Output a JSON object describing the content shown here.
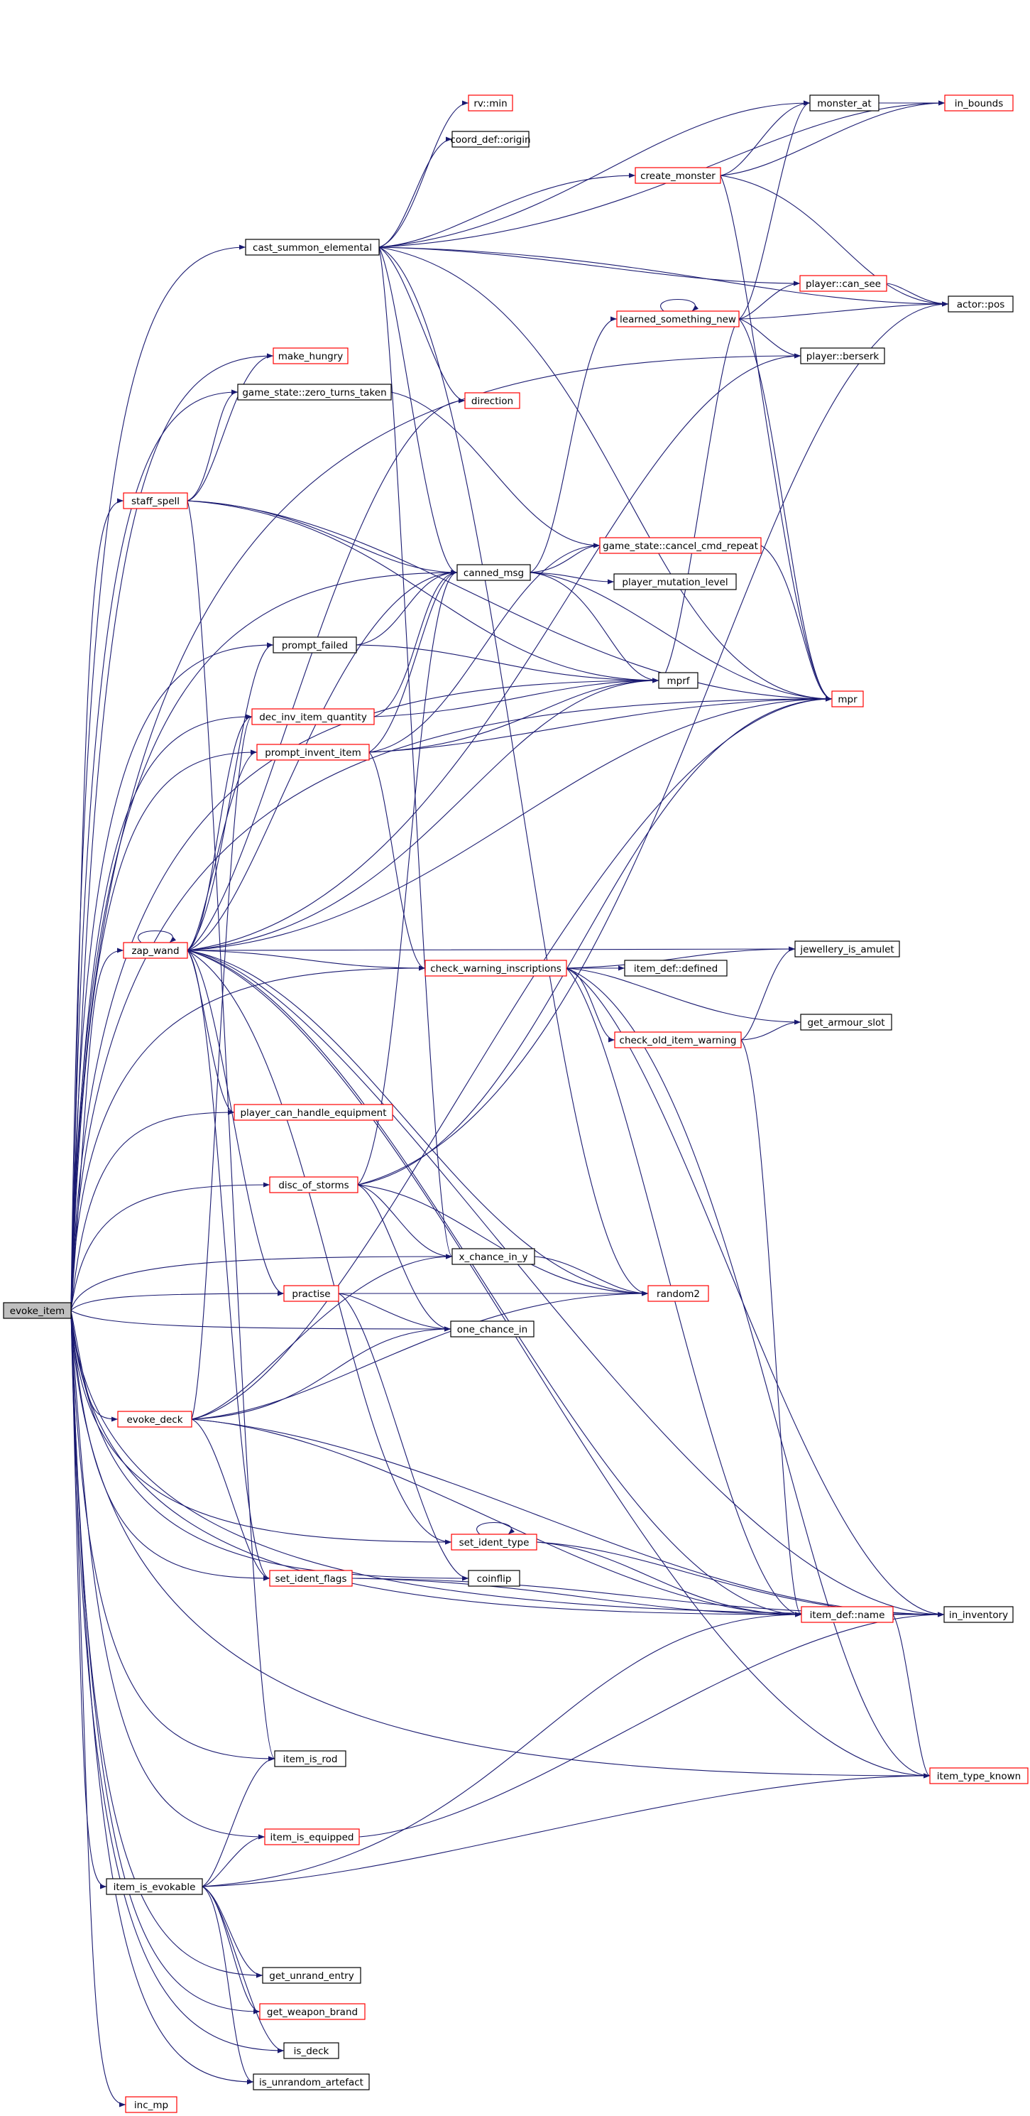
{
  "diagram": {
    "colors": {
      "edge": "#191970",
      "node_fill": "#ffffff",
      "node_border_complete": "#000000",
      "node_border_incomplete": "#ff0000",
      "root_fill": "#bfbfbf"
    },
    "nodes": [
      {
        "id": "evoke_item",
        "label": "evoke_item",
        "style": "root"
      },
      {
        "id": "cast_summon_elemental",
        "label": "cast_summon_elemental",
        "style": "black"
      },
      {
        "id": "rv_min",
        "label": "rv::min",
        "style": "red"
      },
      {
        "id": "coord_def_origin",
        "label": "coord_def::origin",
        "style": "black"
      },
      {
        "id": "monster_at",
        "label": "monster_at",
        "style": "black"
      },
      {
        "id": "in_bounds",
        "label": "in_bounds",
        "style": "red"
      },
      {
        "id": "create_monster",
        "label": "create_monster",
        "style": "red"
      },
      {
        "id": "actor_pos",
        "label": "actor::pos",
        "style": "black"
      },
      {
        "id": "player_can_see",
        "label": "player::can_see",
        "style": "red"
      },
      {
        "id": "learned_something_new",
        "label": "learned_something_new",
        "style": "red"
      },
      {
        "id": "player_berserk",
        "label": "player::berserk",
        "style": "black"
      },
      {
        "id": "make_hungry",
        "label": "make_hungry",
        "style": "red"
      },
      {
        "id": "zero_turns_taken",
        "label": "game_state::zero_turns_taken",
        "style": "black"
      },
      {
        "id": "direction",
        "label": "direction",
        "style": "red"
      },
      {
        "id": "staff_spell",
        "label": "staff_spell",
        "style": "red"
      },
      {
        "id": "cancel_cmd_repeat",
        "label": "game_state::cancel_cmd_repeat",
        "style": "red"
      },
      {
        "id": "canned_msg",
        "label": "canned_msg",
        "style": "black"
      },
      {
        "id": "player_mutation_level",
        "label": "player_mutation_level",
        "style": "black"
      },
      {
        "id": "prompt_failed",
        "label": "prompt_failed",
        "style": "black"
      },
      {
        "id": "mprf",
        "label": "mprf",
        "style": "black"
      },
      {
        "id": "mpr",
        "label": "mpr",
        "style": "red"
      },
      {
        "id": "dec_inv_item_quantity",
        "label": "dec_inv_item_quantity",
        "style": "red"
      },
      {
        "id": "prompt_invent_item",
        "label": "prompt_invent_item",
        "style": "red"
      },
      {
        "id": "zap_wand",
        "label": "zap_wand",
        "style": "red"
      },
      {
        "id": "check_warning_inscriptions",
        "label": "check_warning_inscriptions",
        "style": "red"
      },
      {
        "id": "item_def_defined",
        "label": "item_def::defined",
        "style": "black"
      },
      {
        "id": "jewellery_is_amulet",
        "label": "jewellery_is_amulet",
        "style": "black"
      },
      {
        "id": "check_old_item_warning",
        "label": "check_old_item_warning",
        "style": "red"
      },
      {
        "id": "get_armour_slot",
        "label": "get_armour_slot",
        "style": "black"
      },
      {
        "id": "player_can_handle_equipment",
        "label": "player_can_handle_equipment",
        "style": "red"
      },
      {
        "id": "disc_of_storms",
        "label": "disc_of_storms",
        "style": "red"
      },
      {
        "id": "x_chance_in_y",
        "label": "x_chance_in_y",
        "style": "black"
      },
      {
        "id": "practise",
        "label": "practise",
        "style": "red"
      },
      {
        "id": "random2",
        "label": "random2",
        "style": "red"
      },
      {
        "id": "one_chance_in",
        "label": "one_chance_in",
        "style": "black"
      },
      {
        "id": "evoke_deck",
        "label": "evoke_deck",
        "style": "red"
      },
      {
        "id": "set_ident_type",
        "label": "set_ident_type",
        "style": "red"
      },
      {
        "id": "set_ident_flags",
        "label": "set_ident_flags",
        "style": "red"
      },
      {
        "id": "coinflip",
        "label": "coinflip",
        "style": "black"
      },
      {
        "id": "item_def_name",
        "label": "item_def::name",
        "style": "red"
      },
      {
        "id": "in_inventory",
        "label": "in_inventory",
        "style": "black"
      },
      {
        "id": "item_is_rod",
        "label": "item_is_rod",
        "style": "black"
      },
      {
        "id": "item_type_known",
        "label": "item_type_known",
        "style": "red"
      },
      {
        "id": "item_is_equipped",
        "label": "item_is_equipped",
        "style": "red"
      },
      {
        "id": "item_is_evokable",
        "label": "item_is_evokable",
        "style": "black"
      },
      {
        "id": "get_unrand_entry",
        "label": "get_unrand_entry",
        "style": "black"
      },
      {
        "id": "get_weapon_brand",
        "label": "get_weapon_brand",
        "style": "red"
      },
      {
        "id": "is_deck",
        "label": "is_deck",
        "style": "black"
      },
      {
        "id": "is_unrandom_artefact",
        "label": "is_unrandom_artefact",
        "style": "black"
      },
      {
        "id": "inc_mp",
        "label": "inc_mp",
        "style": "red"
      }
    ],
    "edges": [
      [
        "evoke_item",
        "cast_summon_elemental"
      ],
      [
        "evoke_item",
        "make_hungry"
      ],
      [
        "evoke_item",
        "zero_turns_taken"
      ],
      [
        "evoke_item",
        "staff_spell"
      ],
      [
        "evoke_item",
        "canned_msg"
      ],
      [
        "evoke_item",
        "prompt_failed"
      ],
      [
        "evoke_item",
        "mprf"
      ],
      [
        "evoke_item",
        "dec_inv_item_quantity"
      ],
      [
        "evoke_item",
        "prompt_invent_item"
      ],
      [
        "evoke_item",
        "mpr"
      ],
      [
        "evoke_item",
        "zap_wand"
      ],
      [
        "evoke_item",
        "player_can_handle_equipment"
      ],
      [
        "evoke_item",
        "check_warning_inscriptions"
      ],
      [
        "evoke_item",
        "disc_of_storms"
      ],
      [
        "evoke_item",
        "x_chance_in_y"
      ],
      [
        "evoke_item",
        "practise"
      ],
      [
        "evoke_item",
        "one_chance_in"
      ],
      [
        "evoke_item",
        "evoke_deck"
      ],
      [
        "evoke_item",
        "set_ident_type"
      ],
      [
        "evoke_item",
        "coinflip"
      ],
      [
        "evoke_item",
        "set_ident_flags"
      ],
      [
        "evoke_item",
        "item_def_name"
      ],
      [
        "evoke_item",
        "in_inventory"
      ],
      [
        "evoke_item",
        "item_is_rod"
      ],
      [
        "evoke_item",
        "item_is_equipped"
      ],
      [
        "evoke_item",
        "item_type_known"
      ],
      [
        "evoke_item",
        "item_is_evokable"
      ],
      [
        "evoke_item",
        "get_unrand_entry"
      ],
      [
        "evoke_item",
        "get_weapon_brand"
      ],
      [
        "evoke_item",
        "is_deck"
      ],
      [
        "evoke_item",
        "is_unrandom_artefact"
      ],
      [
        "evoke_item",
        "inc_mp"
      ],
      [
        "evoke_item",
        "player_berserk"
      ],
      [
        "cast_summon_elemental",
        "rv_min"
      ],
      [
        "cast_summon_elemental",
        "coord_def_origin"
      ],
      [
        "cast_summon_elemental",
        "monster_at"
      ],
      [
        "cast_summon_elemental",
        "in_bounds"
      ],
      [
        "cast_summon_elemental",
        "create_monster"
      ],
      [
        "cast_summon_elemental",
        "actor_pos"
      ],
      [
        "cast_summon_elemental",
        "player_can_see"
      ],
      [
        "cast_summon_elemental",
        "direction"
      ],
      [
        "cast_summon_elemental",
        "canned_msg"
      ],
      [
        "cast_summon_elemental",
        "mpr"
      ],
      [
        "cast_summon_elemental",
        "x_chance_in_y"
      ],
      [
        "cast_summon_elemental",
        "random2"
      ],
      [
        "monster_at",
        "in_bounds"
      ],
      [
        "create_monster",
        "monster_at"
      ],
      [
        "create_monster",
        "in_bounds"
      ],
      [
        "create_monster",
        "actor_pos"
      ],
      [
        "create_monster",
        "mpr"
      ],
      [
        "player_can_see",
        "actor_pos"
      ],
      [
        "learned_something_new",
        "learned_something_new"
      ],
      [
        "learned_something_new",
        "monster_at"
      ],
      [
        "learned_something_new",
        "player_can_see"
      ],
      [
        "learned_something_new",
        "actor_pos"
      ],
      [
        "learned_something_new",
        "player_berserk"
      ],
      [
        "learned_something_new",
        "mpr"
      ],
      [
        "learned_something_new",
        "mprf"
      ],
      [
        "zero_turns_taken",
        "cancel_cmd_repeat"
      ],
      [
        "staff_spell",
        "make_hungry"
      ],
      [
        "staff_spell",
        "zero_turns_taken"
      ],
      [
        "staff_spell",
        "canned_msg"
      ],
      [
        "staff_spell",
        "mpr"
      ],
      [
        "staff_spell",
        "mprf"
      ],
      [
        "staff_spell",
        "item_is_rod"
      ],
      [
        "canned_msg",
        "cancel_cmd_repeat"
      ],
      [
        "canned_msg",
        "player_mutation_level"
      ],
      [
        "canned_msg",
        "mprf"
      ],
      [
        "canned_msg",
        "mpr"
      ],
      [
        "canned_msg",
        "learned_something_new"
      ],
      [
        "cancel_cmd_repeat",
        "mpr"
      ],
      [
        "prompt_failed",
        "canned_msg"
      ],
      [
        "prompt_failed",
        "mprf"
      ],
      [
        "dec_inv_item_quantity",
        "canned_msg"
      ],
      [
        "dec_inv_item_quantity",
        "mprf"
      ],
      [
        "prompt_invent_item",
        "canned_msg"
      ],
      [
        "prompt_invent_item",
        "mprf"
      ],
      [
        "prompt_invent_item",
        "mpr"
      ],
      [
        "prompt_invent_item",
        "check_warning_inscriptions"
      ],
      [
        "prompt_invent_item",
        "cancel_cmd_repeat"
      ],
      [
        "zap_wand",
        "zap_wand"
      ],
      [
        "zap_wand",
        "direction"
      ],
      [
        "zap_wand",
        "canned_msg"
      ],
      [
        "zap_wand",
        "prompt_failed"
      ],
      [
        "zap_wand",
        "dec_inv_item_quantity"
      ],
      [
        "zap_wand",
        "prompt_invent_item"
      ],
      [
        "zap_wand",
        "mpr"
      ],
      [
        "zap_wand",
        "mprf"
      ],
      [
        "zap_wand",
        "player_berserk"
      ],
      [
        "zap_wand",
        "check_warning_inscriptions"
      ],
      [
        "zap_wand",
        "player_can_handle_equipment"
      ],
      [
        "zap_wand",
        "practise"
      ],
      [
        "zap_wand",
        "set_ident_type"
      ],
      [
        "zap_wand",
        "set_ident_flags"
      ],
      [
        "zap_wand",
        "random2"
      ],
      [
        "zap_wand",
        "item_def_name"
      ],
      [
        "zap_wand",
        "in_inventory"
      ],
      [
        "zap_wand",
        "item_type_known"
      ],
      [
        "zap_wand",
        "jewellery_is_amulet"
      ],
      [
        "check_warning_inscriptions",
        "item_def_defined"
      ],
      [
        "check_warning_inscriptions",
        "jewellery_is_amulet"
      ],
      [
        "check_warning_inscriptions",
        "check_old_item_warning"
      ],
      [
        "check_warning_inscriptions",
        "get_armour_slot"
      ],
      [
        "check_warning_inscriptions",
        "item_def_name"
      ],
      [
        "check_warning_inscriptions",
        "in_inventory"
      ],
      [
        "check_warning_inscriptions",
        "item_type_known"
      ],
      [
        "check_old_item_warning",
        "jewellery_is_amulet"
      ],
      [
        "check_old_item_warning",
        "get_armour_slot"
      ],
      [
        "check_old_item_warning",
        "item_def_name"
      ],
      [
        "disc_of_storms",
        "actor_pos"
      ],
      [
        "disc_of_storms",
        "canned_msg"
      ],
      [
        "disc_of_storms",
        "mpr"
      ],
      [
        "disc_of_storms",
        "x_chance_in_y"
      ],
      [
        "disc_of_storms",
        "one_chance_in"
      ],
      [
        "disc_of_storms",
        "random2"
      ],
      [
        "x_chance_in_y",
        "random2"
      ],
      [
        "practise",
        "random2"
      ],
      [
        "practise",
        "one_chance_in"
      ],
      [
        "practise",
        "coinflip"
      ],
      [
        "evoke_deck",
        "x_chance_in_y"
      ],
      [
        "evoke_deck",
        "one_chance_in"
      ],
      [
        "evoke_deck",
        "random2"
      ],
      [
        "evoke_deck",
        "mpr"
      ],
      [
        "evoke_deck",
        "set_ident_flags"
      ],
      [
        "evoke_deck",
        "item_def_name"
      ],
      [
        "evoke_deck",
        "in_inventory"
      ],
      [
        "evoke_deck",
        "dec_inv_item_quantity"
      ],
      [
        "set_ident_type",
        "set_ident_type"
      ],
      [
        "set_ident_type",
        "item_def_name"
      ],
      [
        "set_ident_type",
        "in_inventory"
      ],
      [
        "set_ident_flags",
        "item_def_name"
      ],
      [
        "set_ident_flags",
        "in_inventory"
      ],
      [
        "item_def_name",
        "in_inventory"
      ],
      [
        "item_def_name",
        "item_type_known"
      ],
      [
        "item_is_equipped",
        "in_inventory"
      ],
      [
        "item_is_evokable",
        "item_is_rod"
      ],
      [
        "item_is_evokable",
        "item_is_equipped"
      ],
      [
        "item_is_evokable",
        "item_def_name"
      ],
      [
        "item_is_evokable",
        "item_type_known"
      ],
      [
        "item_is_evokable",
        "get_unrand_entry"
      ],
      [
        "item_is_evokable",
        "get_weapon_brand"
      ],
      [
        "item_is_evokable",
        "is_deck"
      ],
      [
        "item_is_evokable",
        "is_unrandom_artefact"
      ]
    ]
  }
}
